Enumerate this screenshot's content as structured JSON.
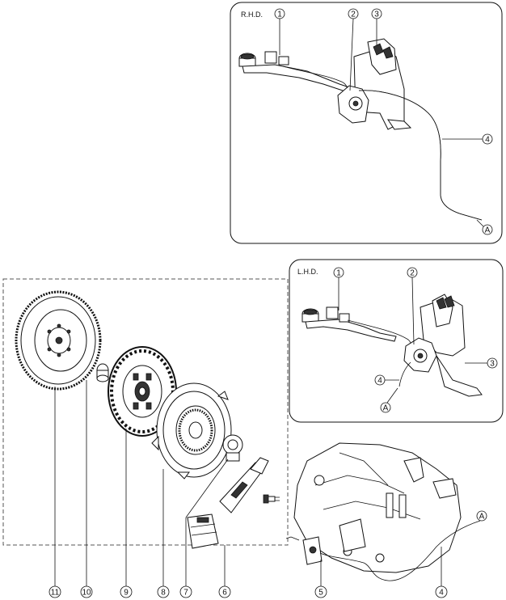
{
  "rhd": {
    "title": "R.H.D.",
    "callouts": [
      "1",
      "2",
      "3",
      "4",
      "A"
    ]
  },
  "lhd": {
    "title": "L.H.D.",
    "callouts": [
      "1",
      "2",
      "3",
      "4",
      "A"
    ]
  },
  "transmission": {
    "callouts": [
      "A",
      "5",
      "4"
    ]
  },
  "clutch_assembly": {
    "callouts": [
      "11",
      "10",
      "9",
      "8",
      "7",
      "6"
    ]
  }
}
